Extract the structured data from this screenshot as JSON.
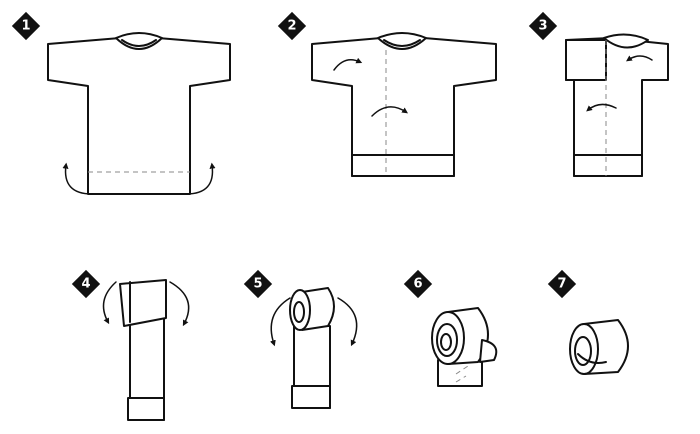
{
  "steps": [
    {
      "number": "1"
    },
    {
      "number": "2"
    },
    {
      "number": "3"
    },
    {
      "number": "4"
    },
    {
      "number": "5"
    },
    {
      "number": "6"
    },
    {
      "number": "7"
    }
  ],
  "icons": {
    "step_badge": "diamond-badge-icon",
    "fold_arrow": "curved-arrow-icon"
  },
  "colors": {
    "line": "#111111",
    "fill": "#ffffff",
    "fold_guide": "#888888"
  }
}
